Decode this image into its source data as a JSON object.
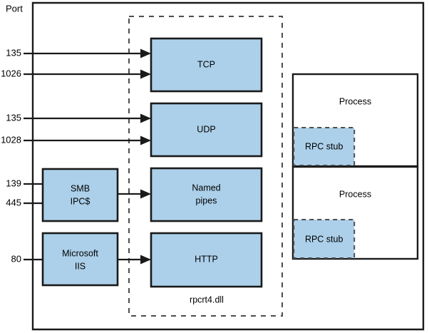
{
  "diagram": {
    "title_label": "Port",
    "container_caption": "rpcrt4.dll",
    "colors": {
      "box_fill": "#acd0ea",
      "box_stroke": "#1a1a1a",
      "dashed_stroke": "#4d4d4d",
      "line": "#1a1a1a",
      "background": "#ffffff"
    },
    "ports": [
      {
        "label": "135",
        "target": "TCP"
      },
      {
        "label": "1026",
        "target": "TCP"
      },
      {
        "label": "135",
        "target": "UDP"
      },
      {
        "label": "1028",
        "target": "UDP"
      },
      {
        "label": "139",
        "target": "SMB IPC$"
      },
      {
        "label": "445",
        "target": "SMB IPC$"
      },
      {
        "label": "80",
        "target": "Microsoft IIS"
      }
    ],
    "service_boxes": [
      {
        "name": "smb",
        "line1": "SMB",
        "line2": "IPC$"
      },
      {
        "name": "iis",
        "line1": "Microsoft",
        "line2": "IIS"
      }
    ],
    "transport_boxes": [
      {
        "name": "tcp",
        "line1": "TCP",
        "line2": ""
      },
      {
        "name": "udp",
        "line1": "UDP",
        "line2": ""
      },
      {
        "name": "named-pipes",
        "line1": "Named",
        "line2": "pipes"
      },
      {
        "name": "http",
        "line1": "HTTP",
        "line2": ""
      }
    ],
    "processes": [
      {
        "name": "process-1",
        "label": "Process",
        "stub_label": "RPC stub"
      },
      {
        "name": "process-2",
        "label": "Process",
        "stub_label": "RPC stub"
      }
    ]
  }
}
